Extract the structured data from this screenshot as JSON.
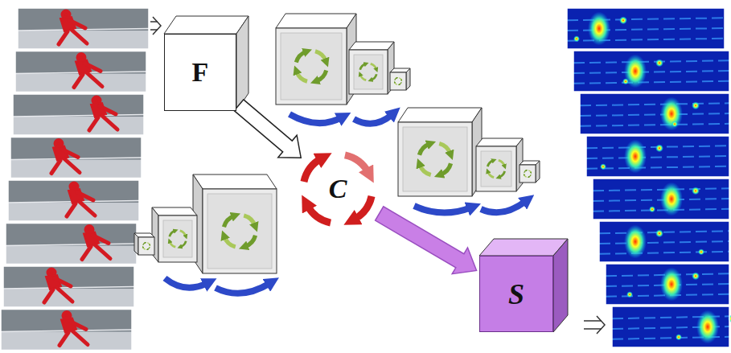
{
  "diagram": {
    "nodes": [
      {
        "text": [
          "F"
        ]
      },
      {
        "text": [
          "C"
        ]
      },
      {
        "text": [
          "S"
        ]
      }
    ],
    "edges": [
      {
        "from": 0,
        "to": 1,
        "arrow": "to"
      },
      {
        "from": 1,
        "to": 2,
        "arrow": "to"
      }
    ]
  }
}
